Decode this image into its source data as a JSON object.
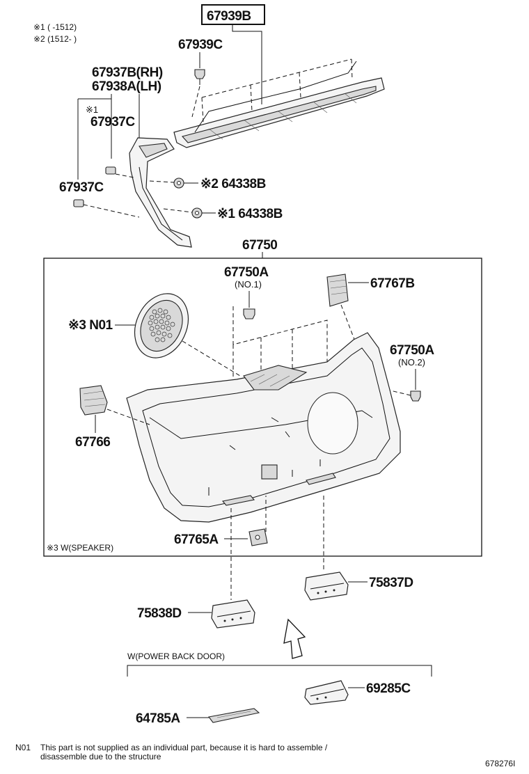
{
  "notes": {
    "n1": "※1 (      -1512)",
    "n2": "※2 (1512-      )"
  },
  "parts": {
    "p67939B": "67939B",
    "p67939C": "67939C",
    "p67937B": "67937B(RH)",
    "p67938A": "67938A(LH)",
    "p67937C_top_mark": "※1",
    "p67937C_top": "67937C",
    "p67937C_bottom": "67937C",
    "p64338B_a": "※2 64338B",
    "p64338B_b": "※1 64338B",
    "p67750": "67750",
    "p67750A_no1": "67750A",
    "no1": "(NO.1)",
    "p67767B": "67767B",
    "pN01": "※3 N01",
    "p67750A_no2": "67750A",
    "no2": "(NO.2)",
    "p67766": "67766",
    "p67765A": "67765A",
    "speaker": "※3  W(SPEAKER)",
    "p75837D": "75837D",
    "p75838D": "75838D",
    "power": "W(POWER BACK DOOR)",
    "p69285C": "69285C",
    "p64785A": "64785A"
  },
  "footnote": {
    "code": "N01",
    "line1": "This part is not supplied as an individual part, because it is hard to assemble /",
    "line2": "disassemble due to the structure"
  },
  "diagram_id": "678276I"
}
